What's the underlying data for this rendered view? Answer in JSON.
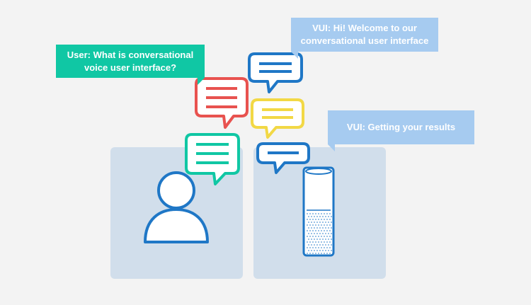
{
  "callouts": {
    "user": "User: What is conversational voice user interface?",
    "vui_welcome": "VUI: Hi! Welcome to our conversational user interface",
    "vui_results": "VUI: Getting  your results"
  },
  "colors": {
    "background": "#f3f3f3",
    "panel": "#d1deeb",
    "user_callout": "#10c7a4",
    "vui_callout": "#a6cbf0",
    "bubble_red": "#e8524f",
    "bubble_teal": "#10c7a4",
    "bubble_yellow": "#f2d845",
    "bubble_blue": "#1f77c6",
    "outline_blue": "#1f77c6"
  },
  "icons": {
    "user": "person-icon",
    "device": "smart-speaker-icon",
    "bubbles": [
      "chat-bubble-icon-blue-top",
      "chat-bubble-icon-red",
      "chat-bubble-icon-yellow",
      "chat-bubble-icon-teal",
      "chat-bubble-icon-blue-small"
    ]
  }
}
